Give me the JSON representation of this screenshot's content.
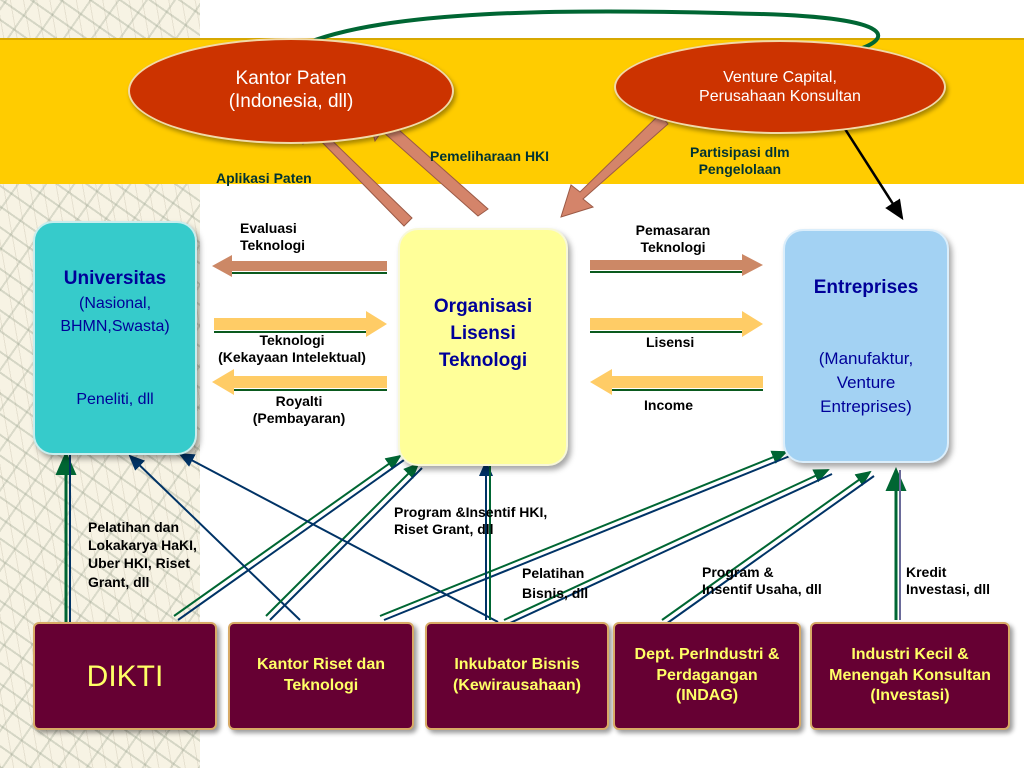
{
  "top_nodes": {
    "kantor_paten": {
      "line1": "Kantor Paten",
      "line2": "(Indonesia, dll)"
    },
    "venture_capital": {
      "line1": "Venture Capital,",
      "line2": "Perusahaan Konsultan"
    }
  },
  "top_labels": {
    "aplikasi_paten": "Aplikasi Paten",
    "pemeliharaan_hki": "Pemeliharaan HKI",
    "partisipasi": [
      "Partisipasi dlm",
      "Pengelolaan"
    ]
  },
  "universitas": {
    "title": "Universitas",
    "line2": "(Nasional,",
    "line3": "BHMN,Swasta)",
    "line4": "Peneliti, dll"
  },
  "organisasi": {
    "line1": "Organisasi",
    "line2": "Lisensi",
    "line3": "Teknologi"
  },
  "entreprises": {
    "title": "Entreprises",
    "line2": "(Manufaktur,",
    "line3": "Venture",
    "line4": "Entreprises)"
  },
  "flow_labels": {
    "evaluasi": [
      "Evaluasi",
      "Teknologi"
    ],
    "teknologi": [
      "Teknologi",
      "(Kekayaan Intelektual)"
    ],
    "royalti": [
      "Royalti",
      "(Pembayaran)"
    ],
    "pemasaran": [
      "Pemasaran",
      "Teknologi"
    ],
    "lisensi": "Lisensi",
    "income": "Income"
  },
  "support_labels": {
    "pelatihan_lokakarya": [
      "Pelatihan dan",
      "Lokakarya HaKI,",
      "Uber HKI, Riset",
      "Grant, dll"
    ],
    "program_insentif_hki": [
      "Program &Insentif HKI,",
      "Riset Grant, dll"
    ],
    "pelatihan_bisnis": [
      "Pelatihan",
      "Bisnis, dll"
    ],
    "program_usaha": [
      "Program  &",
      "Insentif Usaha, dll"
    ],
    "kredit": [
      "Kredit",
      "Investasi, dll"
    ]
  },
  "bottom_boxes": {
    "dikti": "DIKTI",
    "kantor_riset": [
      "Kantor Riset dan",
      "Teknologi"
    ],
    "inkubator": [
      "Inkubator Bisnis",
      "(Kewirausahaan)"
    ],
    "dept_perindustrian": [
      "Dept. PerIndustri &",
      "Perdagangan",
      "(INDAG)"
    ],
    "industri_kecil": [
      "Industri Kecil &",
      "Menengah Konsultan",
      "(Investasi)"
    ]
  },
  "colors": {
    "band": "#ffcc00",
    "ellipse": "#cc3300",
    "universitas": "#36cbcb",
    "organisasi": "#ffff99",
    "entreprises": "#a3d2f3",
    "bottom_box": "#660033",
    "bottom_text": "#ffff66",
    "big_arrow": "#d4846a",
    "flow_arrow_light": "#ffcc66",
    "flow_arrow_brown": "#cc8866",
    "curve": "#006633"
  }
}
